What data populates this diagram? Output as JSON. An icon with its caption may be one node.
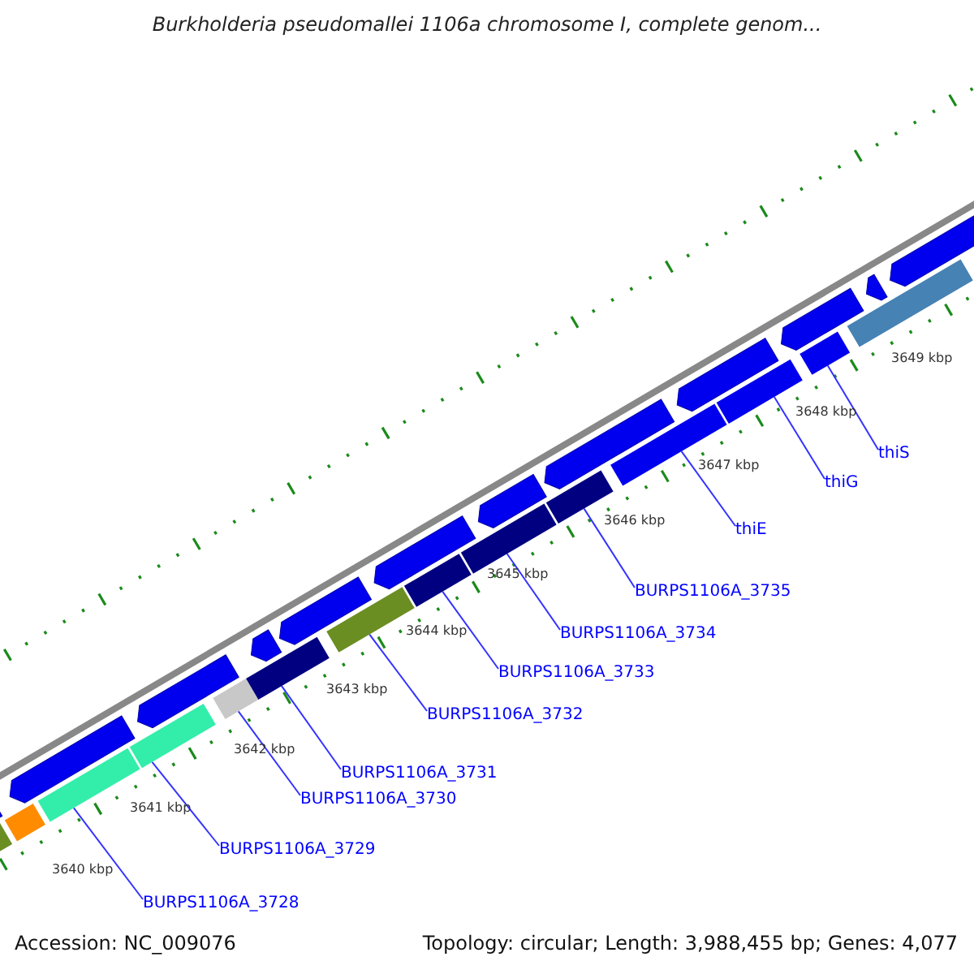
{
  "diagram": {
    "title": "Burkholderia pseudomallei 1106a chromosome I, complete genom...",
    "nodes": [
      {
        "text": [
          "BURPS1106A_3728"
        ]
      },
      {
        "text": [
          "BURPS1106A_3729"
        ]
      },
      {
        "text": [
          "BURPS1106A_3730"
        ]
      },
      {
        "text": [
          "BURPS1106A_3731"
        ]
      },
      {
        "text": [
          "BURPS1106A_3732"
        ]
      },
      {
        "text": [
          "BURPS1106A_3733"
        ]
      },
      {
        "text": [
          "BURPS1106A_3734"
        ]
      },
      {
        "text": [
          "BURPS1106A_3735"
        ]
      },
      {
        "text": [
          "thiE"
        ]
      },
      {
        "text": [
          "thiG"
        ]
      },
      {
        "text": [
          "thiS"
        ]
      },
      {
        "text": [],
        "shape": "bar"
      },
      {
        "text": [],
        "shape": "bar"
      },
      {
        "text": [],
        "shape": "bar"
      },
      {
        "text": [],
        "shape": "bar"
      },
      {
        "text": [],
        "shape": "bar"
      },
      {
        "text": [],
        "shape": "bar"
      },
      {
        "text": [],
        "shape": "bar"
      },
      {
        "text": [],
        "shape": "bar"
      },
      {
        "text": [],
        "shape": "bar"
      },
      {
        "text": [],
        "shape": "bar"
      },
      {
        "text": [],
        "shape": "bar"
      }
    ],
    "edges": [
      {
        "from": 0,
        "to": 11,
        "arrow": "none"
      },
      {
        "from": 1,
        "to": 12,
        "arrow": "none"
      },
      {
        "from": 2,
        "to": 13,
        "arrow": "none"
      },
      {
        "from": 3,
        "to": 14,
        "arrow": "none"
      },
      {
        "from": 4,
        "to": 15,
        "arrow": "none"
      },
      {
        "from": 5,
        "to": 16,
        "arrow": "none"
      },
      {
        "from": 6,
        "to": 17,
        "arrow": "none"
      },
      {
        "from": 7,
        "to": 18,
        "arrow": "none"
      },
      {
        "from": 8,
        "to": 19,
        "arrow": "none"
      },
      {
        "from": 9,
        "to": 20,
        "arrow": "none"
      },
      {
        "from": 10,
        "to": 21,
        "arrow": "none"
      }
    ],
    "labels": [
      "3649 kbp",
      "3648 kbp",
      "3647 kbp",
      "3646 kbp",
      "3645 kbp",
      "3644 kbp",
      "3643 kbp",
      "3642 kbp",
      "3641 kbp",
      "3640 kbp",
      "Accession: NC_009076",
      "Topology: circular; Length: 3,988,455 bp; Genes: 4,077"
    ]
  }
}
